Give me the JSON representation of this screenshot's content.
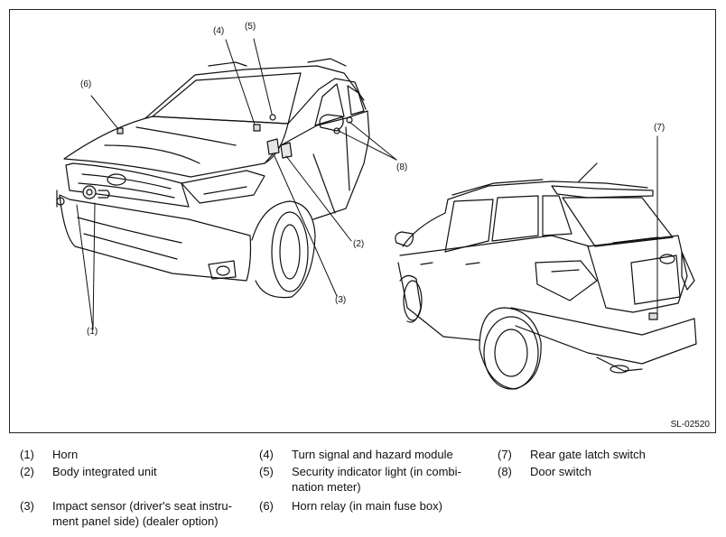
{
  "figure": {
    "id": "SL-02520",
    "callouts": [
      "(1)",
      "(2)",
      "(3)",
      "(4)",
      "(5)",
      "(6)",
      "(7)",
      "(8)"
    ]
  },
  "legend": [
    {
      "num": "(1)",
      "text": "Horn"
    },
    {
      "num": "(2)",
      "text": "Body integrated unit"
    },
    {
      "num": "(3)",
      "text": "Impact sensor (driver's seat instru-ment panel side) (dealer option)"
    },
    {
      "num": "(4)",
      "text": "Turn signal and hazard module"
    },
    {
      "num": "(5)",
      "text": "Security indicator light (in combi-nation meter)"
    },
    {
      "num": "(6)",
      "text": "Horn relay (in main fuse box)"
    },
    {
      "num": "(7)",
      "text": "Rear gate latch switch"
    },
    {
      "num": "(8)",
      "text": "Door switch"
    }
  ]
}
